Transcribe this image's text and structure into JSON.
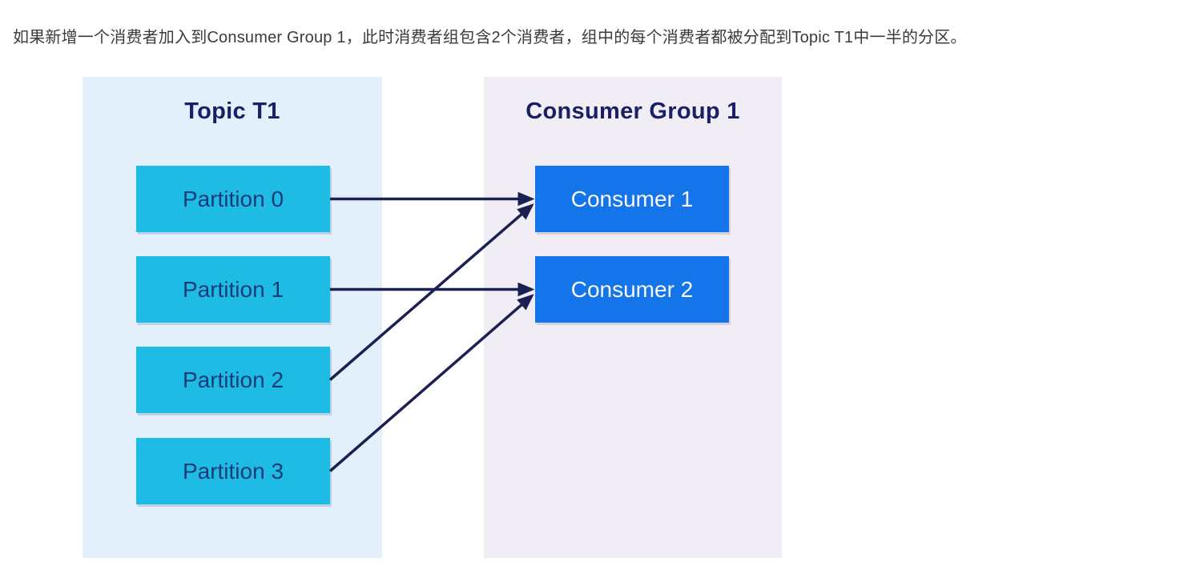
{
  "page": {
    "caption": "如果新增一个消费者加入到Consumer Group 1，此时消费者组包含2个消费者，组中的每个消费者都被分配到Topic T1中一半的分区。"
  },
  "diagram": {
    "topic_panel": {
      "title": "Topic T1",
      "partitions": [
        {
          "label": "Partition 0"
        },
        {
          "label": "Partition 1"
        },
        {
          "label": "Partition 2"
        },
        {
          "label": "Partition 3"
        }
      ]
    },
    "consumer_panel": {
      "title": "Consumer Group 1",
      "consumers": [
        {
          "label": "Consumer 1"
        },
        {
          "label": "Consumer 2"
        }
      ]
    },
    "arrows": [
      {
        "from": "Partition 0",
        "to": "Consumer 1"
      },
      {
        "from": "Partition 1",
        "to": "Consumer 2"
      },
      {
        "from": "Partition 2",
        "to": "Consumer 1"
      },
      {
        "from": "Partition 3",
        "to": "Consumer 2"
      }
    ],
    "colors": {
      "topic_panel_bg": "#e4effc",
      "consumer_panel_bg": "#f0eef4",
      "partition_box": "#1ebce4",
      "partition_text": "#173c78",
      "consumer_box": "#1474e9",
      "consumer_text": "#f8faff",
      "panel_title": "#1b2064",
      "arrow": "#1b2153",
      "caption_text": "#3b3b3b"
    }
  }
}
